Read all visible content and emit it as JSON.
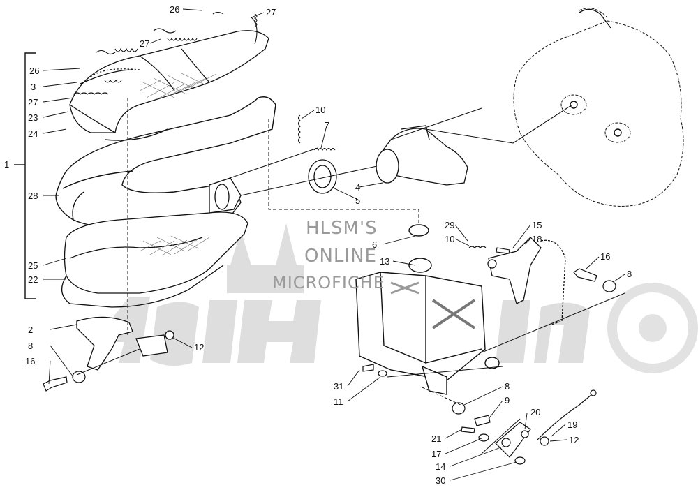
{
  "watermark": {
    "line1": "HLSM'S",
    "line2": "ONLINE",
    "line3": "MICROFICHE"
  },
  "callouts": {
    "c1": "1",
    "c2": "2",
    "c3": "3",
    "c4": "4",
    "c5": "5",
    "c6": "6",
    "c7": "7",
    "c8a": "8",
    "c8b": "8",
    "c8c": "8",
    "c9": "9",
    "c10a": "10",
    "c10b": "10",
    "c11": "11",
    "c12a": "12",
    "c12b": "12",
    "c13": "13",
    "c14": "14",
    "c15": "15",
    "c16a": "16",
    "c16b": "16",
    "c17": "17",
    "c18": "18",
    "c19": "19",
    "c20": "20",
    "c21": "21",
    "c22": "22",
    "c23": "23",
    "c24": "24",
    "c25": "25",
    "c26a": "26",
    "c26b": "26",
    "c27a": "27",
    "c27b": "27",
    "c27c": "27",
    "c28": "28",
    "c29": "29",
    "c30": "30",
    "c31": "31"
  },
  "colors": {
    "line": "#111111",
    "watermark": "#9a9a9a",
    "logo": "#d9d9d9"
  }
}
